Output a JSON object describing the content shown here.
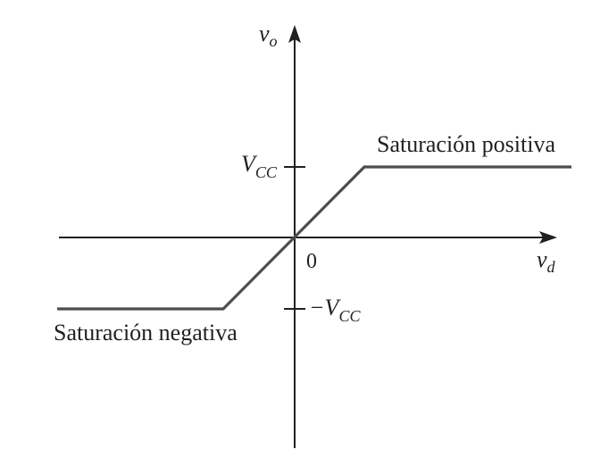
{
  "axes": {
    "y_label_main": "v",
    "y_label_sub": "o",
    "x_label_main": "v",
    "x_label_sub": "d",
    "origin_label": "0"
  },
  "ticks": {
    "vcc_main": "V",
    "vcc_sub": "CC",
    "neg_vcc_main": "−V",
    "neg_vcc_sub": "CC"
  },
  "regions": {
    "positive": "Saturación positiva",
    "negative": "Saturación negativa"
  },
  "colors": {
    "axis": "#231f20",
    "curve": "#4d4d4f",
    "background": "#ffffff"
  }
}
